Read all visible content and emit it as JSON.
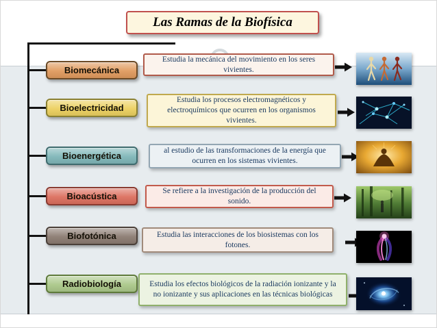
{
  "title": "Las Ramas de la Biofísica",
  "colors": {
    "band_background": "#e7ecef",
    "title_background": "#fdf6df",
    "title_border": "#c0504d",
    "connector_line": "#121212",
    "description_text": "#17375e"
  },
  "branches": [
    {
      "label": "Biomecánica",
      "description": "Estudia la mecánica del movimiento en los seres vivientes.",
      "image": "walking-anatomy-figures",
      "colors": {
        "label_bg": "#e09a5e",
        "label_border": "#6b4a26",
        "desc_bg": "#fbf3ed",
        "desc_border": "#b05a4a"
      }
    },
    {
      "label": "Bioelectricidad",
      "description": "Estudia los procesos electromagnéticos y electroquímicos que ocurren en los organismos vivientes.",
      "image": "neurons-network",
      "colors": {
        "label_bg": "#ecd05f",
        "label_border": "#8a8030",
        "desc_bg": "#fcf5d8",
        "desc_border": "#c0a94e"
      }
    },
    {
      "label": "Bioenergética",
      "description": "al estudio de las transformaciones de la energía que ocurren en los sistemas vivientes.",
      "image": "golden-meditation-aura",
      "colors": {
        "label_bg": "#7fb6b8",
        "label_border": "#3e6b6e",
        "desc_bg": "#ecf1f4",
        "desc_border": "#93a6b3"
      }
    },
    {
      "label": "Bioacústica",
      "description": "Se refiere a la investigación de la producción del sonido.",
      "image": "green-forest",
      "colors": {
        "label_bg": "#dc6f5e",
        "label_border": "#8a3a30",
        "desc_bg": "#fbebe7",
        "desc_border": "#c25a4c"
      }
    },
    {
      "label": "Biofotónica",
      "description": "Estudia las interacciones de los biosistemas con los fotones.",
      "image": "human-light-energy",
      "colors": {
        "label_bg": "#8b7b71",
        "label_border": "#4a3f38",
        "desc_bg": "#f5ede7",
        "desc_border": "#a08a7a"
      }
    },
    {
      "label": "Radiobiología",
      "description": "Estudia los efectos biológicos de la radiación ionizante y la no ionizante y sus aplicaciones en las técnicas biológicas",
      "image": "blue-galaxy-vortex",
      "colors": {
        "label_bg": "#abc88a",
        "label_border": "#5e7a3a",
        "desc_bg": "#ecf3e2",
        "desc_border": "#8fb06b"
      }
    }
  ]
}
